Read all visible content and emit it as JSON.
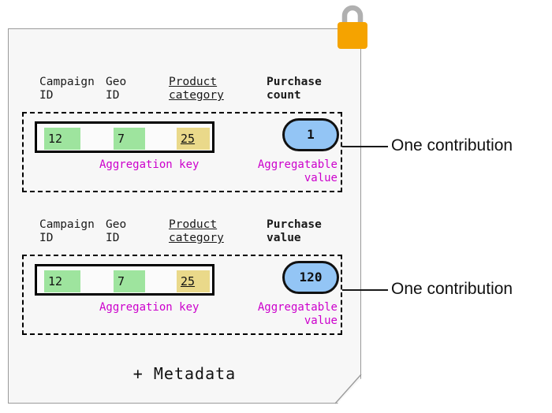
{
  "diagram": {
    "card": {
      "metadata_label": "+ Metadata",
      "lock_icon": "padlock-icon",
      "lock_body_color": "#f5a300",
      "lock_shackle_color": "#b0b0b0",
      "background_color": "#f7f7f7"
    },
    "callout_label": "One contribution",
    "blocks": [
      {
        "id": "purchase-count",
        "headers": [
          {
            "name": "campaign-id",
            "label": "Campaign\nID",
            "style": "plain"
          },
          {
            "name": "geo-id",
            "label": "Geo\nID",
            "style": "plain"
          },
          {
            "name": "product-category",
            "label": "Product\ncategory",
            "style": "underline"
          },
          {
            "name": "purchase-count",
            "label": "Purchase\ncount",
            "style": "bold"
          }
        ],
        "key_cells": [
          {
            "name": "campaign-id-value",
            "value": "12",
            "color": "#9ee49e",
            "underline": false
          },
          {
            "name": "geo-id-value",
            "value": "7",
            "color": "#9ee49e",
            "underline": false
          },
          {
            "name": "product-category-value",
            "value": "25",
            "color": "#ead98a",
            "underline": true
          }
        ],
        "aggregatable_value": "1",
        "aggregatable_value_color": "#93c5f5",
        "key_caption": "Aggregation key",
        "value_caption": "Aggregatable\nvalue",
        "caption_color": "#cc00cc"
      },
      {
        "id": "purchase-value",
        "headers": [
          {
            "name": "campaign-id",
            "label": "Campaign\nID",
            "style": "plain"
          },
          {
            "name": "geo-id",
            "label": "Geo\nID",
            "style": "plain"
          },
          {
            "name": "product-category",
            "label": "Product\ncategory",
            "style": "underline"
          },
          {
            "name": "purchase-value",
            "label": "Purchase\nvalue",
            "style": "bold"
          }
        ],
        "key_cells": [
          {
            "name": "campaign-id-value",
            "value": "12",
            "color": "#9ee49e",
            "underline": false
          },
          {
            "name": "geo-id-value",
            "value": "7",
            "color": "#9ee49e",
            "underline": false
          },
          {
            "name": "product-category-value",
            "value": "25",
            "color": "#ead98a",
            "underline": true
          }
        ],
        "aggregatable_value": "120",
        "aggregatable_value_color": "#93c5f5",
        "key_caption": "Aggregation key",
        "value_caption": "Aggregatable\nvalue",
        "caption_color": "#cc00cc"
      }
    ]
  }
}
